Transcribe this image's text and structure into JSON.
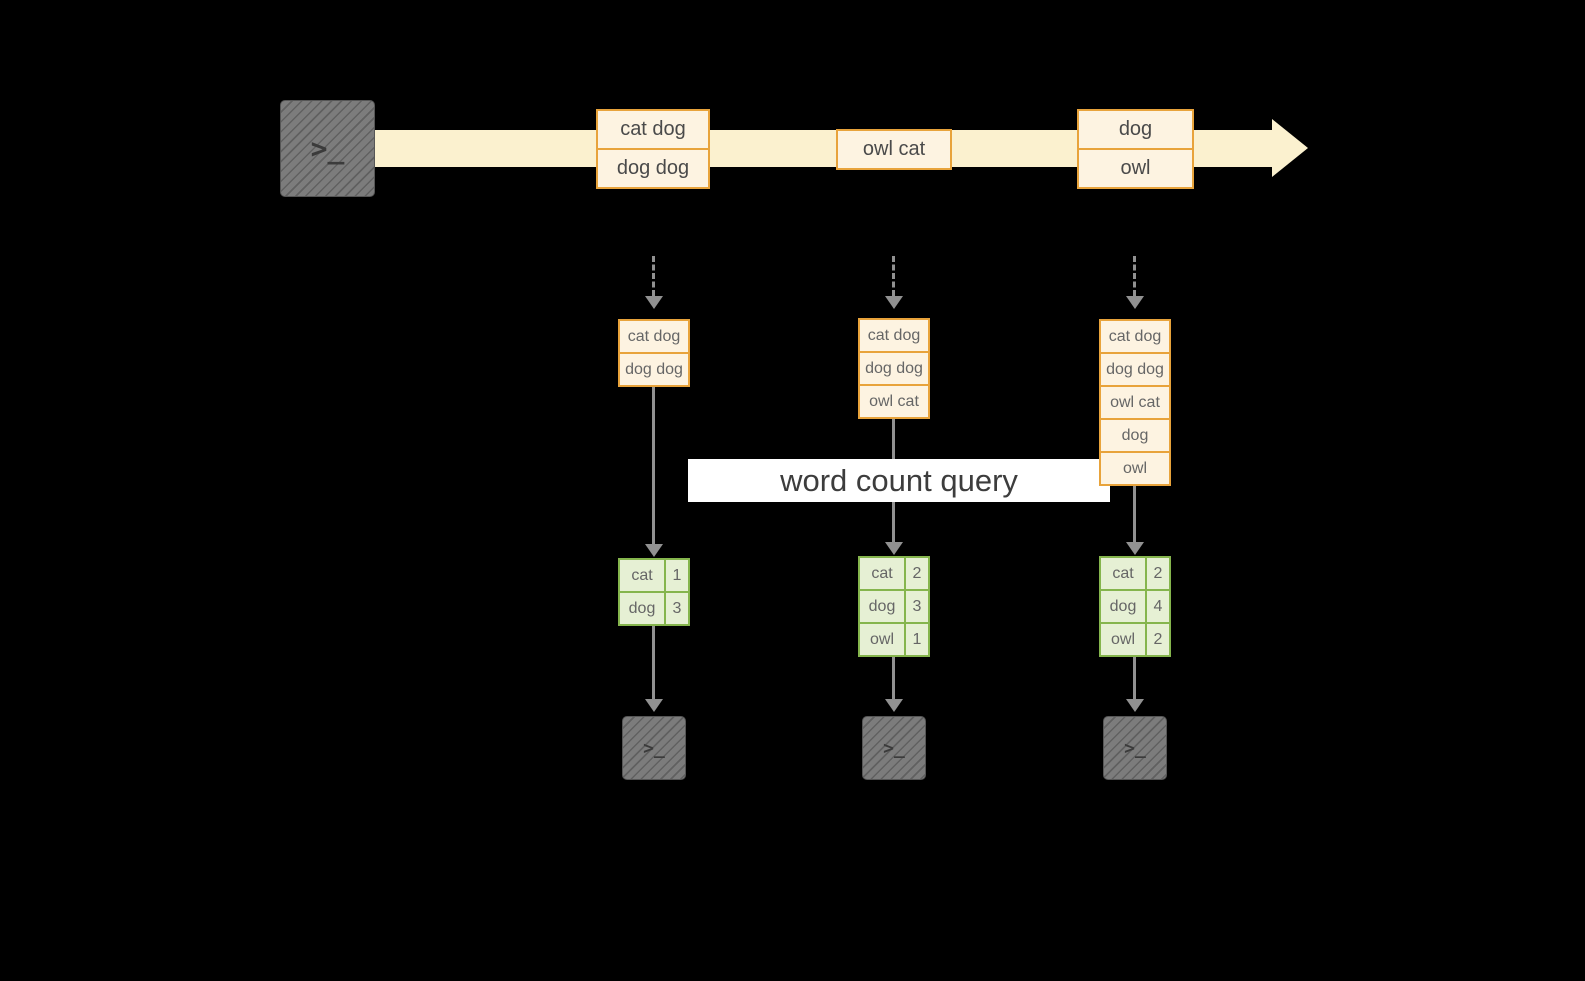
{
  "query_band": {
    "label": "word count query"
  },
  "terminal_glyph": ">_",
  "stream": {
    "events": [
      {
        "rows": [
          "cat dog",
          "dog dog"
        ]
      },
      {
        "rows": [
          "owl cat"
        ]
      },
      {
        "rows": [
          "dog",
          "owl"
        ]
      }
    ]
  },
  "columns": [
    {
      "records": [
        "cat dog",
        "dog dog"
      ],
      "counts": [
        [
          "cat",
          "1"
        ],
        [
          "dog",
          "3"
        ]
      ]
    },
    {
      "records": [
        "cat dog",
        "dog dog",
        "owl cat"
      ],
      "counts": [
        [
          "cat",
          "2"
        ],
        [
          "dog",
          "3"
        ],
        [
          "owl",
          "1"
        ]
      ]
    },
    {
      "records": [
        "cat dog",
        "dog dog",
        "owl cat",
        "dog",
        "owl"
      ],
      "counts": [
        [
          "cat",
          "2"
        ],
        [
          "dog",
          "4"
        ],
        [
          "owl",
          "2"
        ]
      ]
    }
  ],
  "colors": {
    "background": "#000000",
    "stream_fill": "#fbf1cf",
    "event_border": "#e8a33b",
    "event_fill": "#fdf3e1",
    "table_border": "#85b54d",
    "table_fill": "#e6f0d4",
    "arrow_gray": "#919191",
    "band_bg": "#ffffff"
  }
}
